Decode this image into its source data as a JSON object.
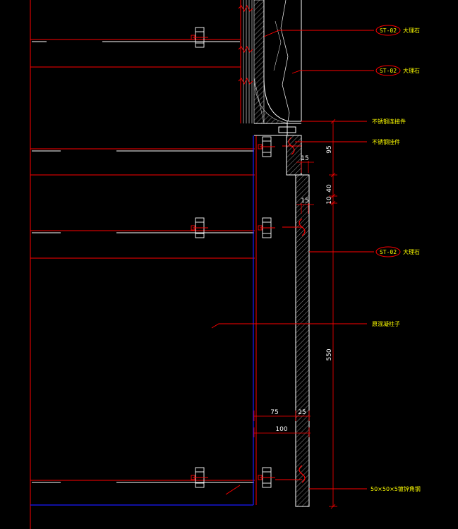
{
  "colors": {
    "background": "#000000",
    "red": "#ff0000",
    "blue": "#1a1aff",
    "white": "#ffffff",
    "yellow": "#ffff00",
    "grey": "#c8c8c8"
  },
  "callouts": [
    {
      "tag": "ST-02",
      "label": "大理石"
    },
    {
      "tag": "ST-02",
      "label": "大理石"
    },
    {
      "label": "不锈钢连接件"
    },
    {
      "label": "不锈钢挂件"
    },
    {
      "tag": "ST-02",
      "label": "大理石"
    },
    {
      "label": "原混凝柱子"
    },
    {
      "label": "50×50×5镀锌角钢"
    }
  ],
  "dimensions": {
    "vertical_chain": [
      "95",
      "40",
      "10",
      "550"
    ],
    "joint_widths": [
      "15",
      "15"
    ],
    "bottom": [
      "75",
      "25",
      "100"
    ]
  }
}
